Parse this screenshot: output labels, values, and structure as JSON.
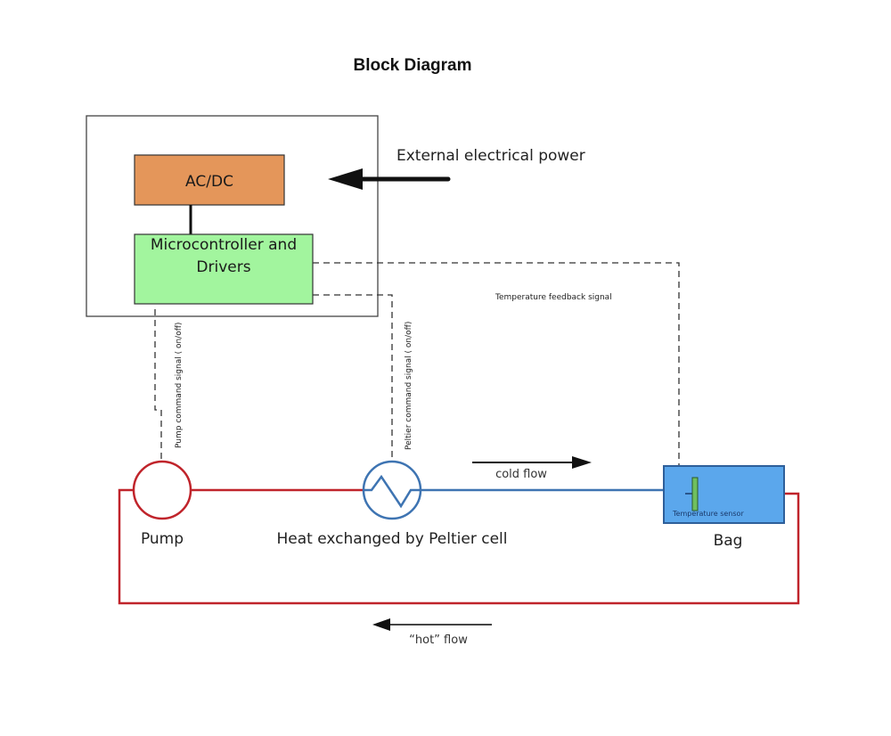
{
  "title": "Block Diagram",
  "blocks": {
    "acdc": {
      "label": "AC/DC",
      "color": "#e4965a"
    },
    "mcu": {
      "label_line1": "Microcontroller and",
      "label_line2": "Drivers",
      "color": "#a2f59e"
    },
    "bag": {
      "label": "Bag",
      "color": "#5ba7ec"
    },
    "sensor": {
      "label": "Temperature sensor",
      "color": "#6fbf5f"
    }
  },
  "components": {
    "pump": {
      "label": "Pump",
      "color": "#c0242b"
    },
    "peltier": {
      "label": "Heat exchanged by Peltier cell",
      "color": "#3e74b2"
    }
  },
  "signals": {
    "external_power": "External electrical power",
    "temperature_feedback": "Temperature feedback  signal",
    "pump_command": "Pump command signal ( on/off)",
    "peltier_command": "Peltier command  signal ( on/off)"
  },
  "flows": {
    "cold": "cold flow",
    "hot": "“hot” flow"
  },
  "colors": {
    "hot_loop": "#c0242b",
    "cold_line": "#3e74b2",
    "signal_dash": "#333333"
  }
}
